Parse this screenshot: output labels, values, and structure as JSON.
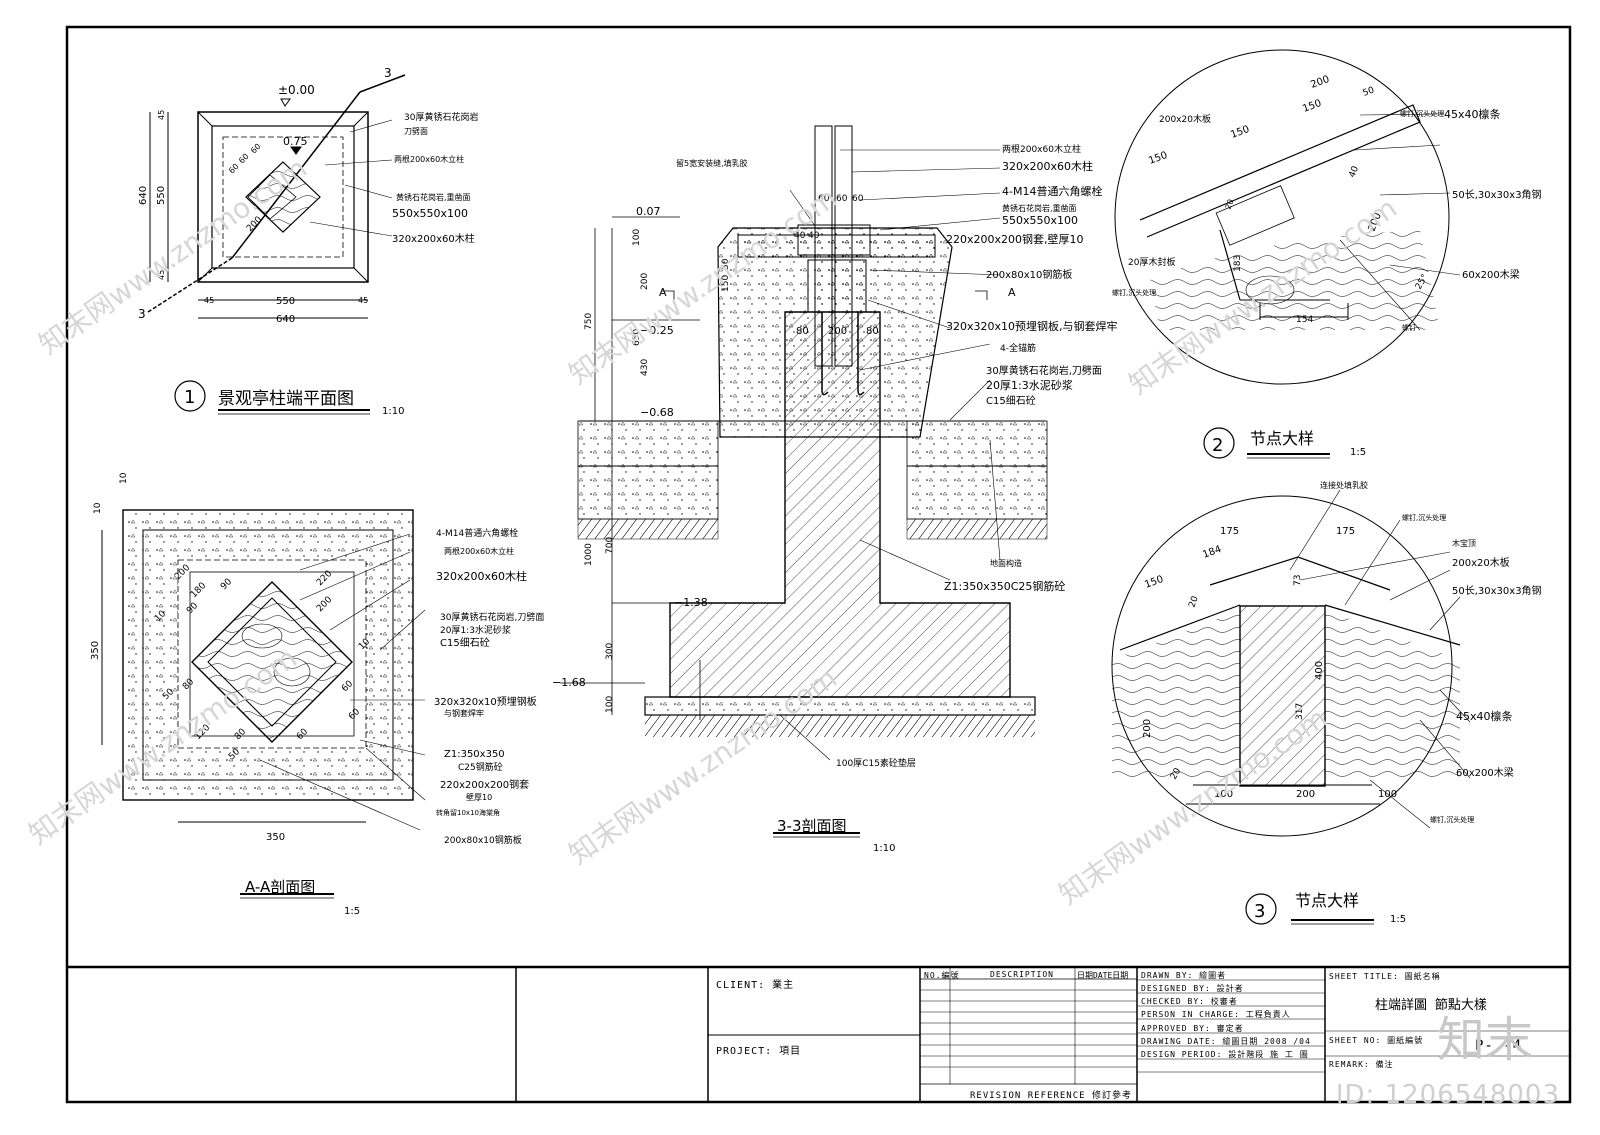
{
  "plan1": {
    "title": "景观亭柱端平面图",
    "scale": "1:10",
    "num": "1",
    "labels": [
      "±0.00",
      "3",
      "3",
      "0.75",
      "30厚黄锈石花岗岩",
      "刀劈面",
      "两根200x60木立柱",
      "黄锈石花岗岩,重凿面",
      "550x550x100",
      "320x200x60木柱"
    ],
    "dims": [
      "640",
      "550",
      "45",
      "45",
      "45",
      "550",
      "45",
      "640",
      "60",
      "60",
      "60",
      "200"
    ]
  },
  "sectionAA": {
    "title": "A-A剖面图",
    "scale": "1:5",
    "labels": [
      "4-M14普通六角螺栓",
      "两根200x60木立柱",
      "320x200x60木柱",
      "30厚黄锈石花岗岩,刀劈面",
      "20厚1:3水泥砂浆",
      "C15细石砼",
      "320x320x10预埋钢板",
      "与钢套焊牢",
      "Z1:350x350",
      "C25钢筋砼",
      "220x200x200钢套",
      "壁厚10",
      "转角留10x10海棠角",
      "200x80x10钢筋板"
    ],
    "dims": [
      "10",
      "10",
      "350",
      "350",
      "200",
      "180",
      "90",
      "90",
      "220",
      "200",
      "10",
      "80",
      "50",
      "120",
      "80",
      "60",
      "60",
      "50",
      "10",
      "60"
    ]
  },
  "section33": {
    "title": "3-3剖面图",
    "scale": "1:10",
    "labels": [
      "留5宽安装缝,填乳胶",
      "两根200x60木立柱",
      "320x200x60木柱",
      "4-M14普通六角螺栓",
      "黄锈石花岗岩,重凿面",
      "550x550x100",
      "220x200x200钢套,壁厚10",
      "200x80x10钢筋板",
      "320x320x10预埋钢板,与钢套焊牢",
      "4-全锚筋",
      "30厚黄锈石花岗岩,刀劈面",
      "20厚1:3水泥砂浆",
      "C15细石砼",
      "地面构造",
      "Z1:350x350C25钢筋砼",
      "100厚C15素砼垫层",
      "A",
      "A"
    ],
    "levels": [
      "0.07",
      "−0.25",
      "−0.68",
      "−1.38",
      "−1.68"
    ],
    "dims": [
      "100",
      "200",
      "650",
      "430",
      "750",
      "50",
      "150",
      "1000",
      "700",
      "300",
      "100",
      "60",
      "60",
      "60",
      "40",
      "40",
      "80",
      "200",
      "80"
    ]
  },
  "detail2": {
    "title": "节点大样",
    "num": "2",
    "scale": "1:5",
    "labels": [
      "螺钉,沉头处理",
      "45x40檩条",
      "200x20木板",
      "50长,30x30x3角钢",
      "20厚木封板",
      "螺钉,沉头处理",
      "60x200木梁",
      "螺钉"
    ],
    "dims": [
      "200",
      "50",
      "150",
      "150",
      "150",
      "40",
      "200",
      "20",
      "183",
      "154",
      "25°"
    ]
  },
  "detail3": {
    "title": "节点大样",
    "num": "3",
    "scale": "1:5",
    "labels": [
      "连接处填乳胶",
      "螺钉,沉头处理",
      "木宝顶",
      "200x20木板",
      "50长,30x30x3角钢",
      "45x40檩条",
      "60x200木梁",
      "螺钉,沉头处理"
    ],
    "dims": [
      "175",
      "175",
      "184",
      "150",
      "20",
      "73",
      "317",
      "400",
      "200",
      "20",
      "100",
      "200",
      "100"
    ]
  },
  "titleblock": {
    "client": "CLIENT: 業主",
    "project": "PROJECT: 項目",
    "revision_ref": "REVISION REFERENCE  修訂參考",
    "rev_no": "NO.編號",
    "rev_desc": "DESCRIPTION",
    "rev_date": "日期DATE日期",
    "drawn_by": "DRAWN BY: 繪圖者",
    "designed_by": "DESIGNED BY: 設計者",
    "checked_by": "CHECKED BY: 校審者",
    "person_in_charge": "PERSON IN CHARGE: 工程負責人",
    "approved_by": "APPROVED BY: 審定者",
    "drawing_date": "DRAWING DATE: 繪圖日期 2008 /04",
    "design_period": "DESIGN PERIOD: 設計階段  施  工  圖",
    "sheet_title_label": "SHEET TITLE: 圖紙名稱",
    "sheet_title": "柱端詳圖   節點大樣",
    "sheet_no_label": "SHEET NO: 圖紙編號",
    "sheet_no": "P- -4",
    "remark": "REMARK: 備注"
  },
  "watermark": {
    "text": "知末网www.znzmo.com",
    "logo": "知末",
    "id": "ID: 1206548003"
  }
}
